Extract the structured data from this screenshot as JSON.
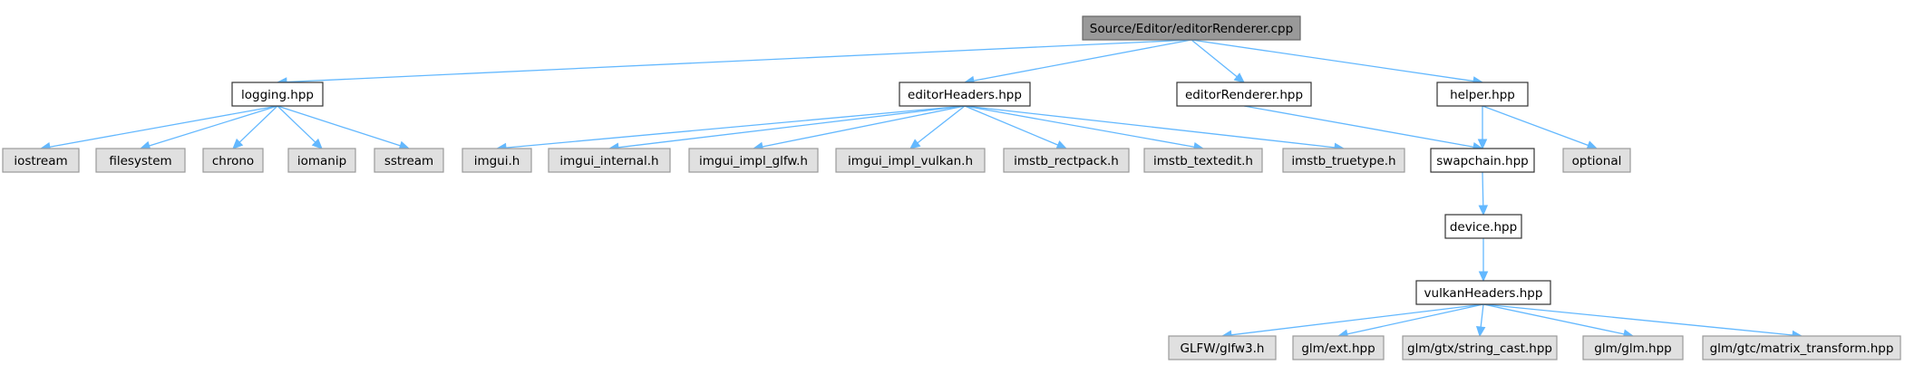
{
  "graph": {
    "nodes": [
      {
        "id": "root",
        "label": "Source/Editor/editorRenderer.cpp",
        "kind": "root"
      },
      {
        "id": "logging",
        "label": "logging.hpp",
        "kind": "local"
      },
      {
        "id": "editorHeaders",
        "label": "editorHeaders.hpp",
        "kind": "local"
      },
      {
        "id": "editorRenderer",
        "label": "editorRenderer.hpp",
        "kind": "local"
      },
      {
        "id": "helper",
        "label": "helper.hpp",
        "kind": "local"
      },
      {
        "id": "iostream",
        "label": "iostream",
        "kind": "system"
      },
      {
        "id": "filesystem",
        "label": "filesystem",
        "kind": "system"
      },
      {
        "id": "chrono",
        "label": "chrono",
        "kind": "system"
      },
      {
        "id": "iomanip",
        "label": "iomanip",
        "kind": "system"
      },
      {
        "id": "sstream",
        "label": "sstream",
        "kind": "system"
      },
      {
        "id": "imgui",
        "label": "imgui.h",
        "kind": "system"
      },
      {
        "id": "imgui_internal",
        "label": "imgui_internal.h",
        "kind": "system"
      },
      {
        "id": "imgui_impl_glfw",
        "label": "imgui_impl_glfw.h",
        "kind": "system"
      },
      {
        "id": "imgui_impl_vulkan",
        "label": "imgui_impl_vulkan.h",
        "kind": "system"
      },
      {
        "id": "imstb_rectpack",
        "label": "imstb_rectpack.h",
        "kind": "system"
      },
      {
        "id": "imstb_textedit",
        "label": "imstb_textedit.h",
        "kind": "system"
      },
      {
        "id": "imstb_truetype",
        "label": "imstb_truetype.h",
        "kind": "system"
      },
      {
        "id": "swapchain",
        "label": "swapchain.hpp",
        "kind": "local"
      },
      {
        "id": "optional",
        "label": "optional",
        "kind": "system"
      },
      {
        "id": "device",
        "label": "device.hpp",
        "kind": "local"
      },
      {
        "id": "vulkanHeaders",
        "label": "vulkanHeaders.hpp",
        "kind": "local"
      },
      {
        "id": "glfw3",
        "label": "GLFW/glfw3.h",
        "kind": "system"
      },
      {
        "id": "glm_ext",
        "label": "glm/ext.hpp",
        "kind": "system"
      },
      {
        "id": "glm_string_cast",
        "label": "glm/gtx/string_cast.hpp",
        "kind": "system"
      },
      {
        "id": "glm_glm",
        "label": "glm/glm.hpp",
        "kind": "system"
      },
      {
        "id": "glm_matrix_transform",
        "label": "glm/gtc/matrix_transform.hpp",
        "kind": "system"
      }
    ],
    "edges": [
      [
        "root",
        "logging"
      ],
      [
        "root",
        "editorHeaders"
      ],
      [
        "root",
        "editorRenderer"
      ],
      [
        "root",
        "helper"
      ],
      [
        "logging",
        "iostream"
      ],
      [
        "logging",
        "filesystem"
      ],
      [
        "logging",
        "chrono"
      ],
      [
        "logging",
        "iomanip"
      ],
      [
        "logging",
        "sstream"
      ],
      [
        "editorHeaders",
        "imgui"
      ],
      [
        "editorHeaders",
        "imgui_internal"
      ],
      [
        "editorHeaders",
        "imgui_impl_glfw"
      ],
      [
        "editorHeaders",
        "imgui_impl_vulkan"
      ],
      [
        "editorHeaders",
        "imstb_rectpack"
      ],
      [
        "editorHeaders",
        "imstb_textedit"
      ],
      [
        "editorHeaders",
        "imstb_truetype"
      ],
      [
        "editorRenderer",
        "swapchain"
      ],
      [
        "helper",
        "swapchain"
      ],
      [
        "helper",
        "optional"
      ],
      [
        "swapchain",
        "device"
      ],
      [
        "device",
        "vulkanHeaders"
      ],
      [
        "vulkanHeaders",
        "glfw3"
      ],
      [
        "vulkanHeaders",
        "glm_ext"
      ],
      [
        "vulkanHeaders",
        "glm_string_cast"
      ],
      [
        "vulkanHeaders",
        "glm_glm"
      ],
      [
        "vulkanHeaders",
        "glm_matrix_transform"
      ]
    ]
  },
  "colors": {
    "edge": "#63b8ff",
    "root_fill": "#999999",
    "local_fill": "#ffffff",
    "system_fill": "#e0e0e0"
  }
}
